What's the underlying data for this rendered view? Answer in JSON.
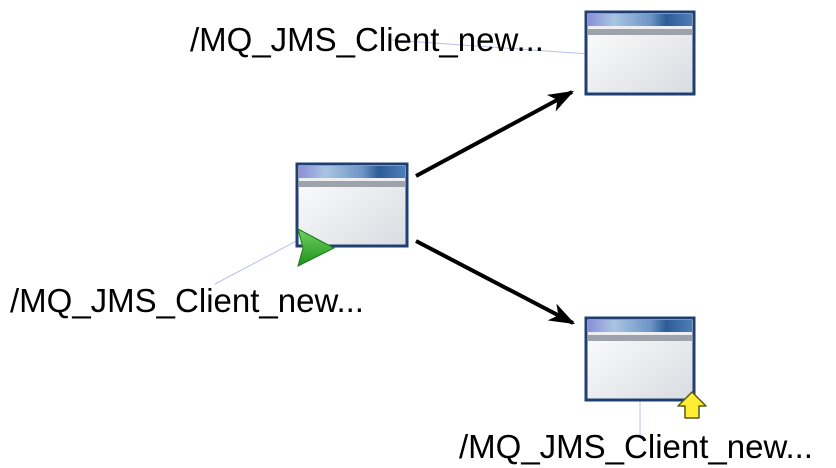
{
  "diagram": {
    "nodes": [
      {
        "id": "source",
        "label": "/MQ_JMS_Client_new...",
        "badge": "green-play-arrow-icon"
      },
      {
        "id": "target-top",
        "label": "/MQ_JMS_Client_new..."
      },
      {
        "id": "target-bottom",
        "label": "/MQ_JMS_Client_new...",
        "badge": "yellow-up-arrow-icon"
      }
    ],
    "edges": [
      {
        "from": "source",
        "to": "target-top"
      },
      {
        "from": "source",
        "to": "target-bottom"
      }
    ]
  },
  "colors": {
    "node_border": "#1f3f73",
    "title_bar_dark": "#2d5c97",
    "title_bar_light": "#a9c4e2",
    "title_bar_accent": "#8a8fd6",
    "node_body": "#eceef1",
    "edge": "#000000",
    "leader_line": "#b8bff0",
    "start_badge": "#2fae2a",
    "warning_badge": "#ffee33"
  }
}
